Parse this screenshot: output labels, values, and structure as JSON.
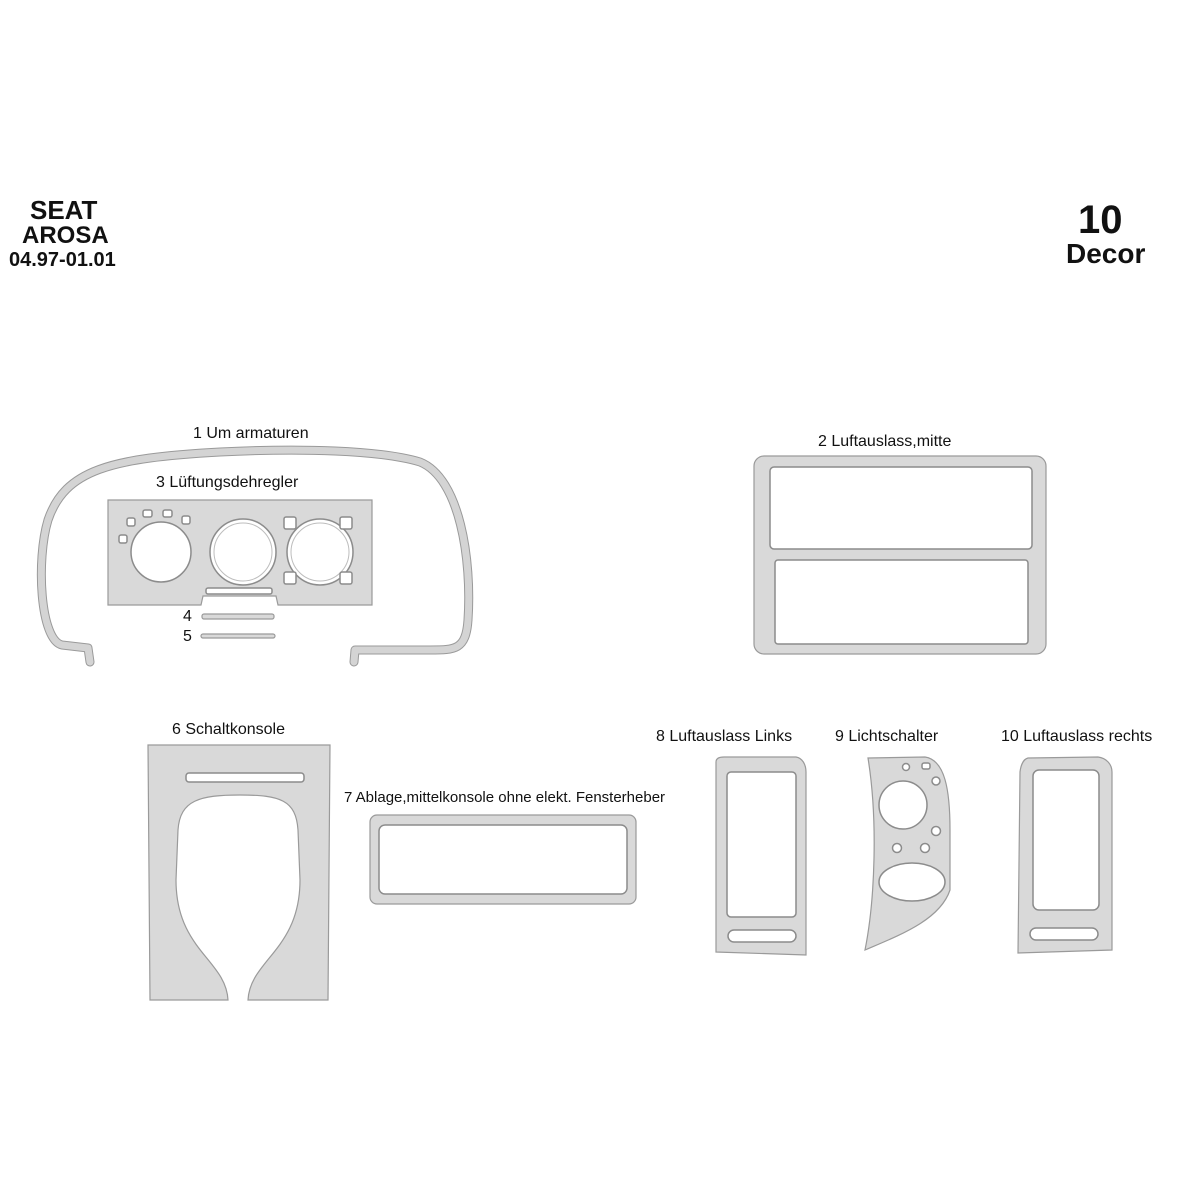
{
  "header": {
    "brand": "SEAT",
    "model": "AROSA",
    "years": "04.97-01.01",
    "count": "10",
    "type": "Decor"
  },
  "parts": [
    {
      "number": "1",
      "name": "Um armaturen",
      "label": "1  Um armaturen"
    },
    {
      "number": "2",
      "name": "Luftauslass,mitte",
      "label": "2  Luftauslass,mitte"
    },
    {
      "number": "3",
      "name": "Lüftungsdehregler",
      "label": "3  Lüftungsdehregler"
    },
    {
      "number": "4",
      "name": "",
      "label": "4"
    },
    {
      "number": "5",
      "name": "",
      "label": "5"
    },
    {
      "number": "6",
      "name": "Schaltkonsole",
      "label": "6  Schaltkonsole"
    },
    {
      "number": "7",
      "name": "Ablage,mittelkonsole ohne elekt. Fensterheber",
      "label": "7  Ablage,mittelkonsole ohne elekt. Fensterheber"
    },
    {
      "number": "8",
      "name": "Luftauslass Links",
      "label": "8 Luftauslass Links"
    },
    {
      "number": "9",
      "name": "Lichtschalter",
      "label": "9  Lichtschalter"
    },
    {
      "number": "10",
      "name": "Luftauslass rechts",
      "label": "10  Luftauslass rechts"
    }
  ],
  "colors": {
    "part_fill": "#d9d9d9",
    "part_edge": "#9a9a9a",
    "text": "#111111",
    "background": "#ffffff"
  }
}
